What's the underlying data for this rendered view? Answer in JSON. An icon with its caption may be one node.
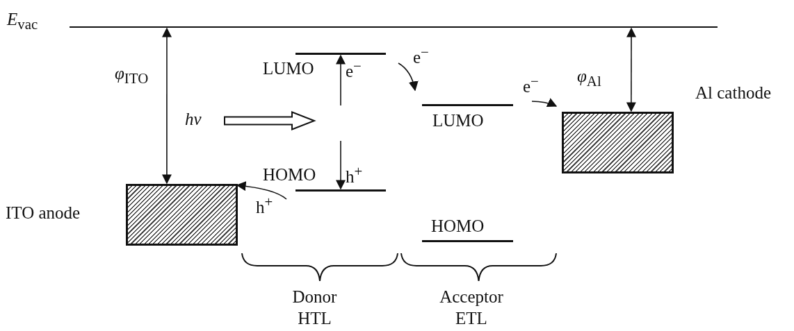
{
  "diagram": {
    "nodes": [
      {
        "text": [
          "*E*$_{vac}$"
        ]
      },
      {
        "text": [
          "ITO anode"
        ]
      },
      {
        "text": [
          "Al cathode"
        ]
      },
      {
        "text": [
          "LUMO"
        ]
      },
      {
        "text": [
          "HOMO"
        ]
      },
      {
        "text": [
          "LUMO"
        ]
      },
      {
        "text": [
          "HOMO"
        ]
      },
      {
        "text": [
          "hν"
        ]
      }
    ],
    "edges": [
      {
        "from": 0,
        "to": 1,
        "arrow": "both",
        "label": "*φ*$_{ITO}$"
      },
      {
        "from": 0,
        "to": 2,
        "arrow": "both",
        "label": "*φ*$_{Al}$"
      },
      {
        "from": null,
        "to": 3,
        "arrow": "to",
        "label": "e$^{−}$"
      },
      {
        "from": null,
        "to": 4,
        "arrow": "to",
        "label": "h$^{+}$"
      },
      {
        "from": 3,
        "to": 5,
        "arrow": "to",
        "label": "e$^{−}$"
      },
      {
        "from": 5,
        "to": 2,
        "arrow": "to",
        "label": "e$^{−}$"
      },
      {
        "from": 4,
        "to": 1,
        "arrow": "to",
        "label": "h$^{+}$"
      },
      {
        "from": 7,
        "to": null,
        "arrow": "to"
      }
    ],
    "labels": [
      "Donor HTL",
      "Acceptor ETL"
    ]
  }
}
